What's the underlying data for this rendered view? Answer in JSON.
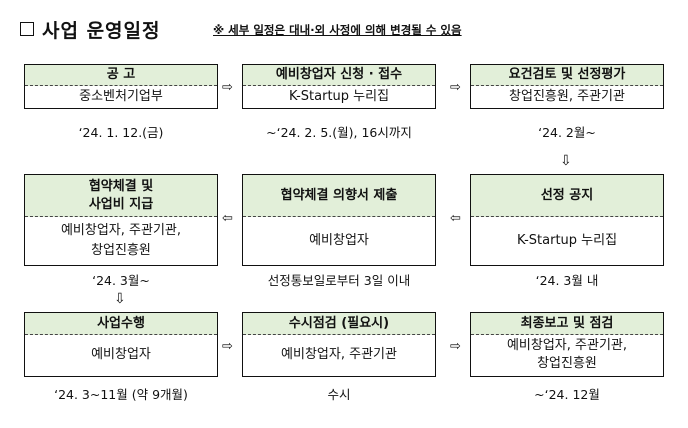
{
  "title": {
    "text": "사업 운영일정"
  },
  "note": "※ 세부 일정은 대내·외 사정에 의해 변경될 수 있음",
  "arrows": {
    "right": "⇨",
    "left": "⇦",
    "down": "⇩"
  },
  "row1": [
    {
      "head": "공  고",
      "body": "중소벤처기업부",
      "date": "‘24. 1. 12.(금)"
    },
    {
      "head": "예비창업자 신청 · 접수",
      "body": "K-Startup 누리집",
      "date": "~‘24. 2. 5.(월), 16시까지"
    },
    {
      "head": "요건검토 및 선정평가",
      "body": "창업진흥원, 주관기관",
      "date": "‘24. 2월~"
    }
  ],
  "row2": [
    {
      "head": "협약체결 및\n사업비 지급",
      "body": "예비창업자, 주관기관,\n창업진흥원",
      "date": "‘24. 3월~"
    },
    {
      "head": "협약체결 의향서 제출",
      "body": "예비창업자",
      "date": "선정통보일로부터 3일 이내"
    },
    {
      "head": "선정 공지",
      "body": "K-Startup 누리집",
      "date": "‘24. 3월 내"
    }
  ],
  "row3": [
    {
      "head": "사업수행",
      "body": "예비창업자",
      "date": "‘24. 3~11월 (약 9개월)"
    },
    {
      "head": "수시점검 (필요시)",
      "body": "예비창업자, 주관기관",
      "date": "수시"
    },
    {
      "head": "최종보고 및 점검",
      "body": "예비창업자, 주관기관,\n창업진흥원",
      "date": "~‘24. 12월"
    }
  ]
}
